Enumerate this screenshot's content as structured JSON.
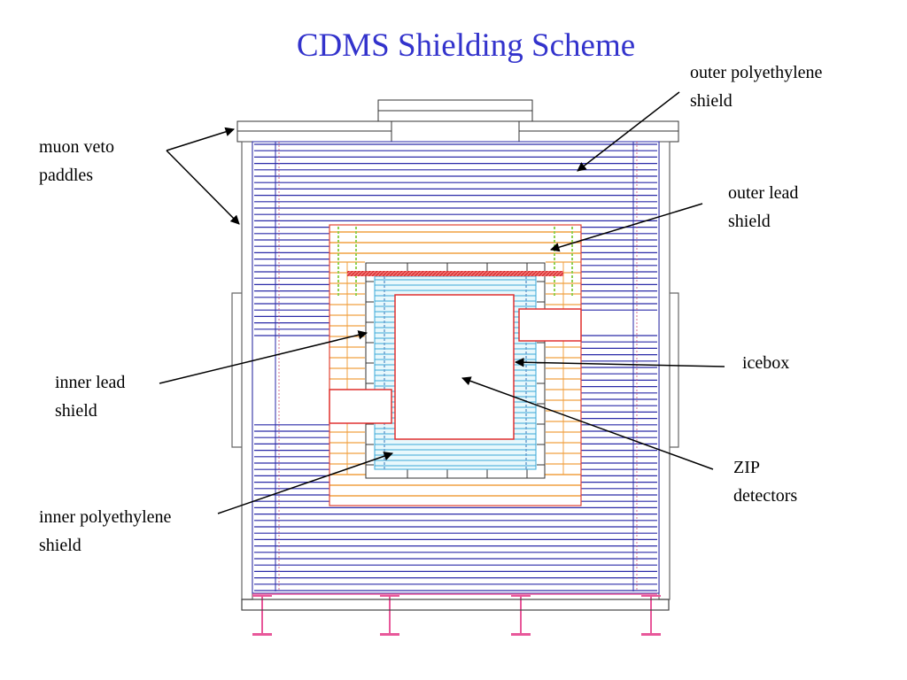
{
  "title": "CDMS Shielding Scheme",
  "labels": {
    "muon_veto": "muon veto\npaddles",
    "outer_poly": "outer polyethylene\nshield",
    "outer_lead": "outer lead\nshield",
    "icebox": "icebox",
    "inner_lead": "inner lead\nshield",
    "zip": "ZIP\ndetectors",
    "inner_poly": "inner polyethylene\nshield"
  },
  "colors": {
    "title": "#3333cc",
    "outer_poly": "#2a2aa8",
    "outer_lead": "#f0a040",
    "inner_lead": "#f0a040",
    "inner_poly": "#3aa8d8",
    "icebox": "#e03030",
    "veto": "#555555",
    "support": "#e8589a",
    "arrow": "#000000"
  }
}
